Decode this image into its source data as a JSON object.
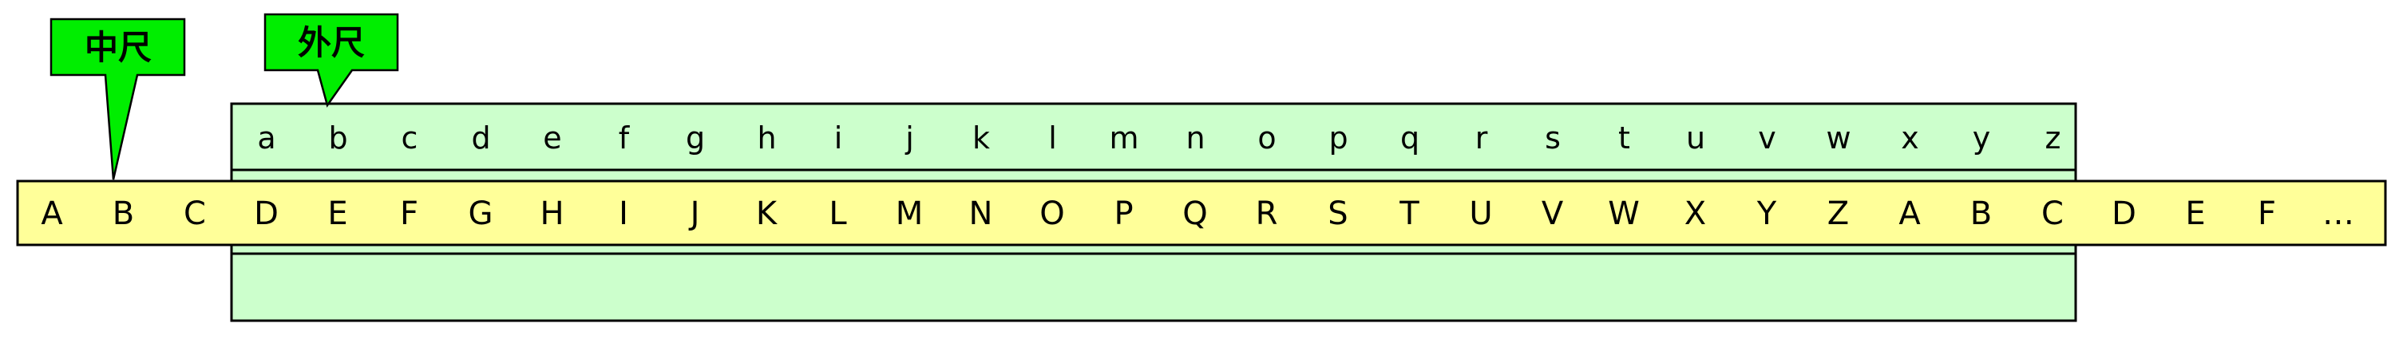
{
  "callouts": {
    "middle": {
      "label": "中尺"
    },
    "outer": {
      "label": "外尺"
    }
  },
  "outer_scale": {
    "letters": [
      "a",
      "b",
      "c",
      "d",
      "e",
      "f",
      "g",
      "h",
      "i",
      "j",
      "k",
      "l",
      "m",
      "n",
      "o",
      "p",
      "q",
      "r",
      "s",
      "t",
      "u",
      "v",
      "w",
      "x",
      "y",
      "z"
    ]
  },
  "middle_scale": {
    "letters": [
      "A",
      "B",
      "C",
      "D",
      "E",
      "F",
      "G",
      "H",
      "I",
      "J",
      "K",
      "L",
      "M",
      "N",
      "O",
      "P",
      "Q",
      "R",
      "S",
      "T",
      "U",
      "V",
      "W",
      "X",
      "Y",
      "Z",
      "A",
      "B",
      "C",
      "D",
      "E",
      "F",
      "…"
    ]
  },
  "colors": {
    "outer_fill": "#ccffcc",
    "middle_fill": "#ffff99",
    "callout_fill": "#00ee00",
    "stroke": "#000000"
  }
}
